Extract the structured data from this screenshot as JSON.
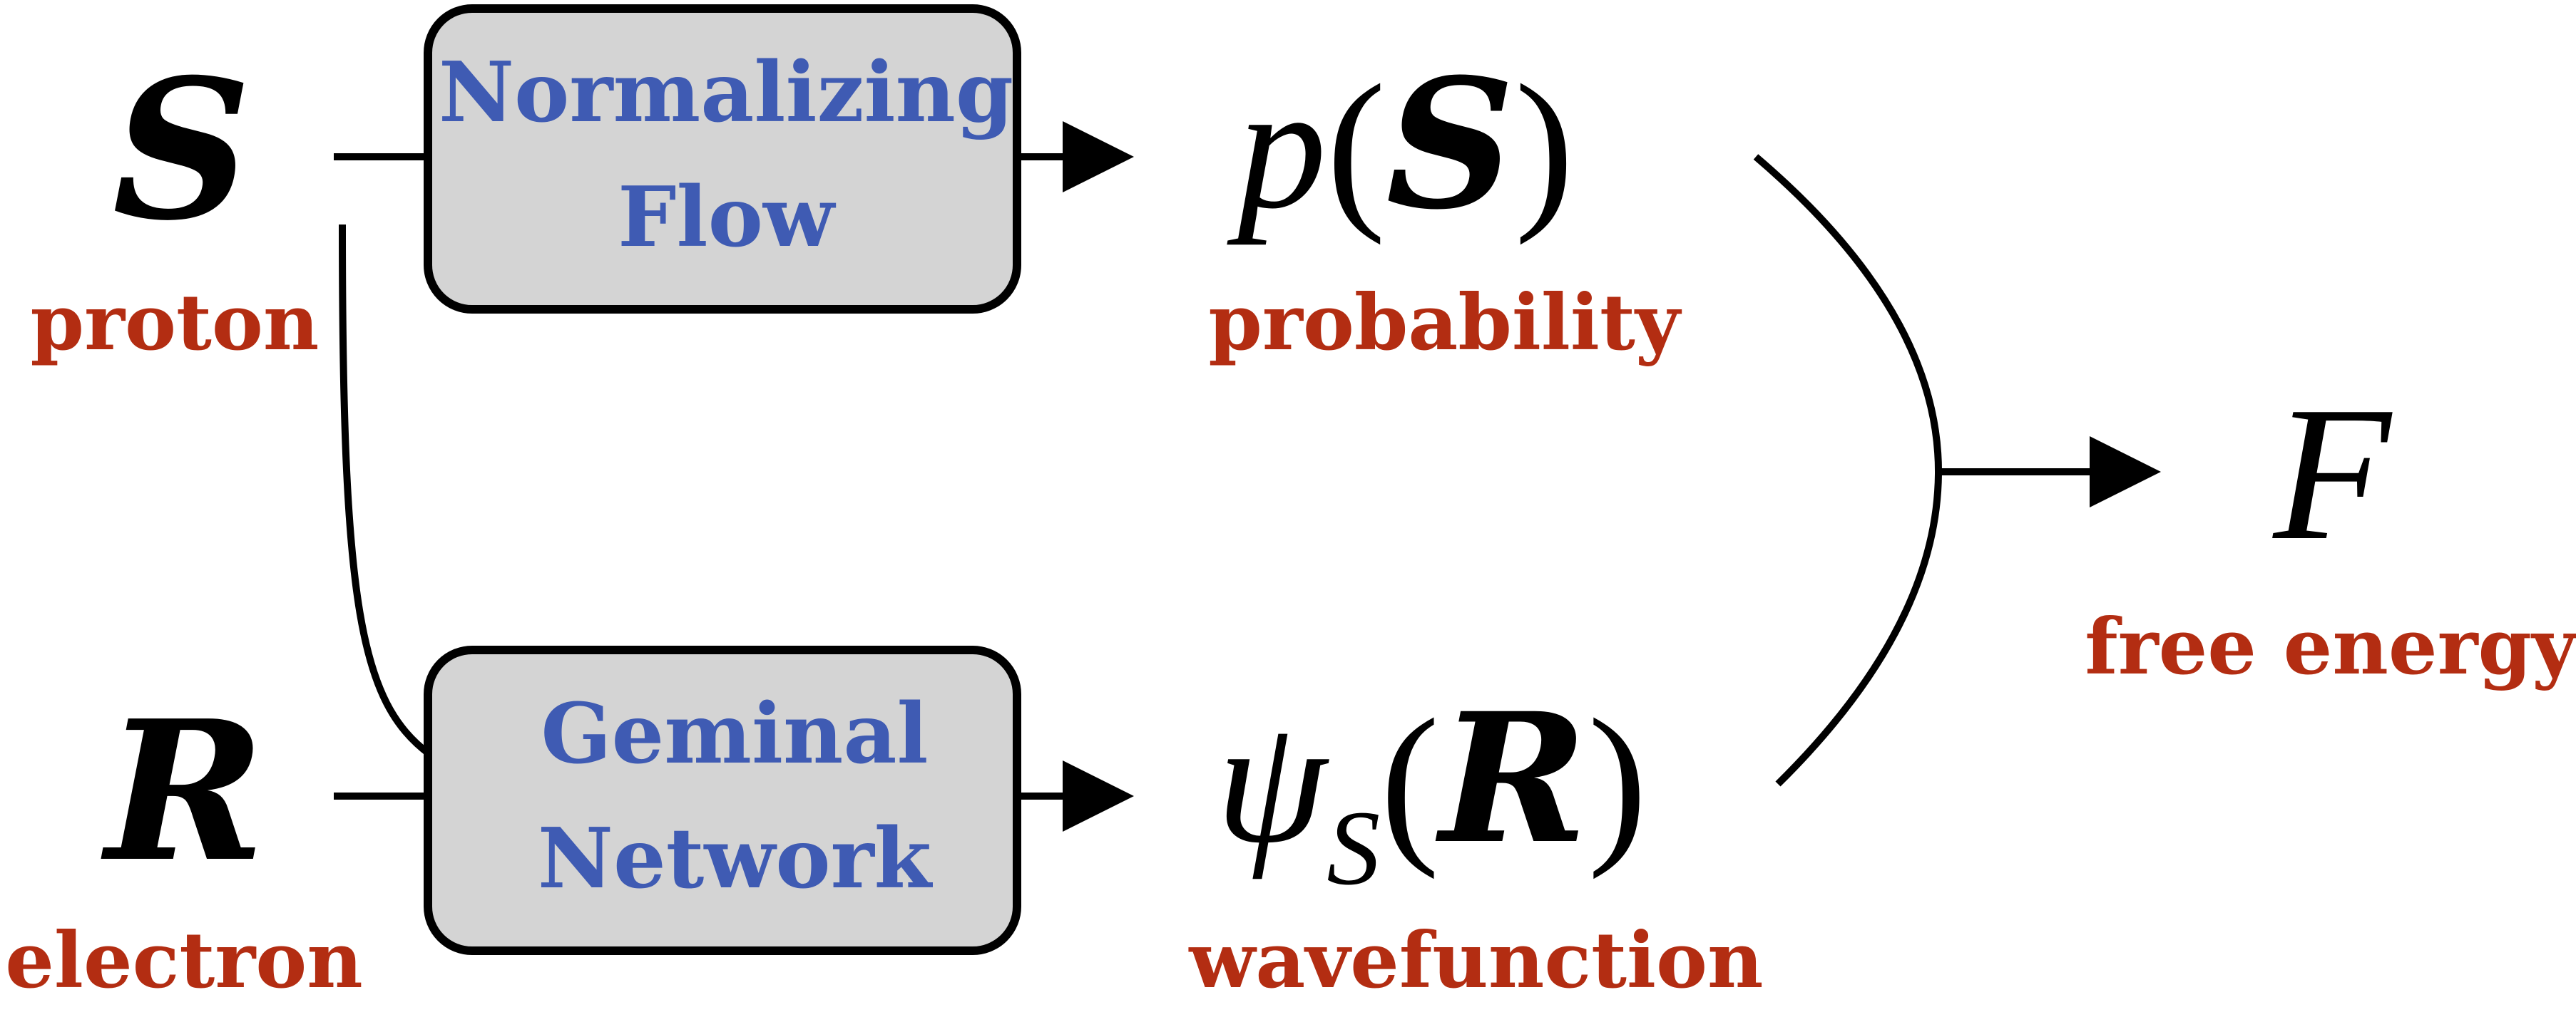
{
  "inputs": {
    "proton": {
      "symbol": "S",
      "label": "proton"
    },
    "electron": {
      "symbol": "R",
      "label": "electron"
    }
  },
  "networks": {
    "top": {
      "line1": "Normalizing",
      "line2": "Flow"
    },
    "bottom": {
      "line1": "Geminal",
      "line2": "Network"
    }
  },
  "outputs": {
    "probability": {
      "func": "p",
      "arg": "S",
      "label": "probability"
    },
    "wavefunction": {
      "func": "ψ",
      "subscript": "S",
      "arg": "R",
      "label": "wavefunction"
    }
  },
  "result": {
    "symbol": "F",
    "label": "free energy"
  },
  "colors": {
    "label_red": "#b32d12",
    "box_text_blue": "#3f5bb3",
    "box_fill": "#d4d4d4",
    "line": "#000000"
  }
}
